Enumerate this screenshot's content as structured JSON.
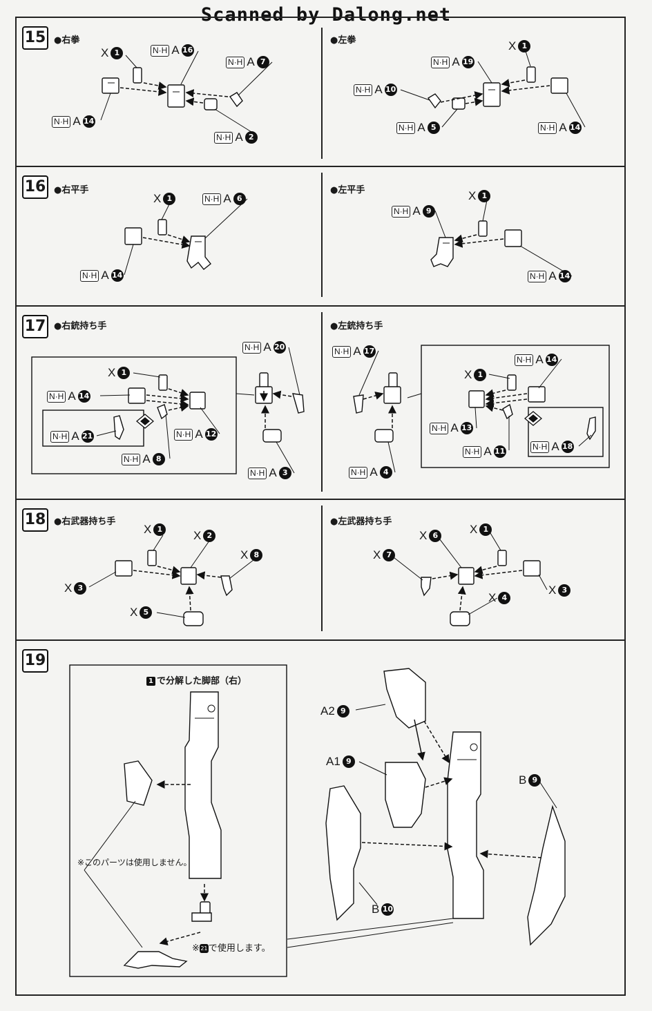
{
  "watermark": "Scanned by Dalong.net",
  "steps": [
    {
      "num": "15",
      "left": "●右拳",
      "right": "●左拳"
    },
    {
      "num": "16",
      "left": "●右平手",
      "right": "●左平手"
    },
    {
      "num": "17",
      "left": "●右銃持ち手",
      "right": "●左銃持ち手"
    },
    {
      "num": "18",
      "left": "●右武器持ち手",
      "right": "●左武器持ち手"
    },
    {
      "num": "19"
    }
  ],
  "nh": "N·H",
  "labels": {
    "a": "A",
    "x": "X",
    "a1": "A1",
    "a2": "A2",
    "b": "B",
    "s15l": [
      "1",
      "16",
      "7",
      "14",
      "2"
    ],
    "s15r": [
      "1",
      "19",
      "10",
      "5",
      "14"
    ],
    "s16l": [
      "1",
      "6",
      "14"
    ],
    "s16r": [
      "1",
      "9",
      "14"
    ],
    "s17l": [
      "1",
      "14",
      "21",
      "12",
      "8",
      "20",
      "3"
    ],
    "s17r": [
      "17",
      "1",
      "14",
      "13",
      "11",
      "18",
      "4"
    ],
    "s18l": [
      "1",
      "2",
      "8",
      "3",
      "5"
    ],
    "s18r": [
      "6",
      "1",
      "7",
      "3",
      "4"
    ],
    "s19": [
      "9",
      "9",
      "9",
      "10"
    ]
  },
  "step19": {
    "heading_num": "1",
    "heading": "で分解した脚部（右）",
    "unused": "※このパーツは使用しません。",
    "use_pre": "※",
    "use_num": "21",
    "use_post": "で使用します。"
  }
}
